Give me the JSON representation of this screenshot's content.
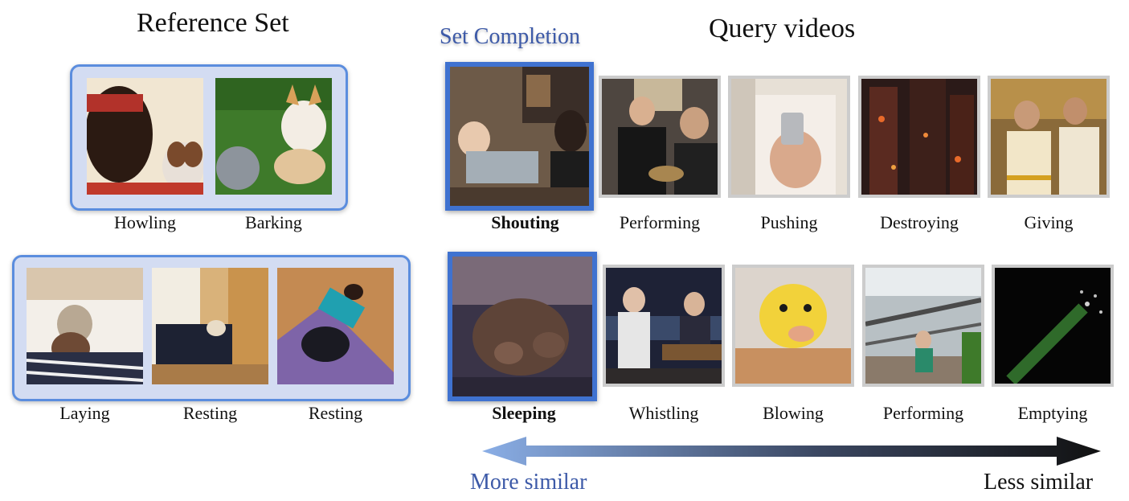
{
  "reference": {
    "title": "Reference Set",
    "groups": [
      {
        "labels": [
          "Howling",
          "Barking"
        ]
      },
      {
        "labels": [
          "Laying",
          "Resting",
          "Resting"
        ]
      }
    ]
  },
  "set_completion": {
    "title": "Set Completion"
  },
  "query": {
    "title": "Query videos",
    "rows": [
      {
        "labels": [
          "Shouting",
          "Performing",
          "Pushing",
          "Destroying",
          "Giving"
        ]
      },
      {
        "labels": [
          "Sleeping",
          "Whistling",
          "Blowing",
          "Performing",
          "Emptying"
        ]
      }
    ]
  },
  "axis": {
    "left": "More similar",
    "right": "Less similar",
    "left_color": "#3d5aa8",
    "right_color": "#111111"
  },
  "colors": {
    "highlight_border": "#3f72d0",
    "reference_fill": "#d3dcf2",
    "reference_border": "#5b8dde",
    "thumb_border": "#cccccc"
  }
}
